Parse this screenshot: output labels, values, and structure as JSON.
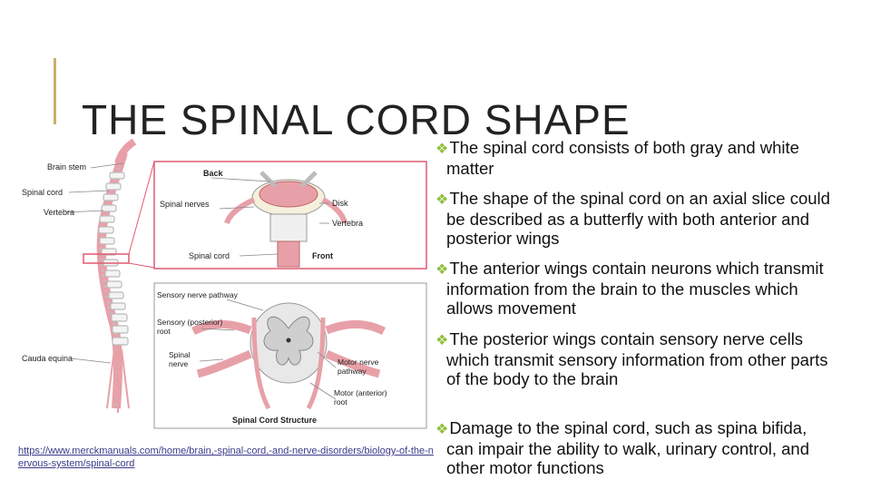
{
  "slide": {
    "title": "THE SPINAL CORD SHAPE",
    "accent_color": "#c8b26a",
    "bullet_marker_color": "#8fbf3f"
  },
  "figure": {
    "labels": {
      "brain_stem": "Brain stem",
      "spinal_cord": "Spinal cord",
      "vertebra": "Vertebra",
      "cauda_equina": "Cauda equina",
      "back": "Back",
      "spinal_nerves": "Spinal nerves",
      "disk": "Disk",
      "vertebra_inset": "Vertebra",
      "spinal_cord_inset": "Spinal cord",
      "front": "Front",
      "sensory_nerve_pathway": "Sensory nerve pathway",
      "sensory_posterior_root_1": "Sensory (posterior)",
      "sensory_posterior_root_2": "root",
      "spinal_nerve_1": "Spinal",
      "spinal_nerve_2": "nerve",
      "motor_nerve_pathway_1": "Motor nerve",
      "motor_nerve_pathway_2": "pathway",
      "motor_anterior_root_1": "Motor (anterior)",
      "motor_anterior_root_2": "root",
      "structure_caption": "Spinal Cord Structure"
    }
  },
  "credit": {
    "text": "https://www.merckmanuals.com/home/brain,-spinal-cord,-and-nerve-disorders/biology-of-the-nervous-system/spinal-cord"
  },
  "bullets": [
    {
      "marker": "❖",
      "text": "The spinal cord consists of both gray and white matter"
    },
    {
      "marker": "❖",
      "text": "The shape of the spinal cord on an axial slice could be described as a butterfly with both anterior and posterior wings"
    },
    {
      "marker": "❖",
      "text": "The anterior wings contain neurons which transmit information from the brain to the muscles which allows movement"
    },
    {
      "marker": "❖",
      "text": "The posterior wings contain sensory nerve cells which transmit sensory information from other parts of the body to the brain"
    },
    {
      "marker": "❖",
      "text": "Damage to the spinal cord, such as spina bifida, can impair the ability to walk, urinary control, and other motor functions"
    }
  ]
}
